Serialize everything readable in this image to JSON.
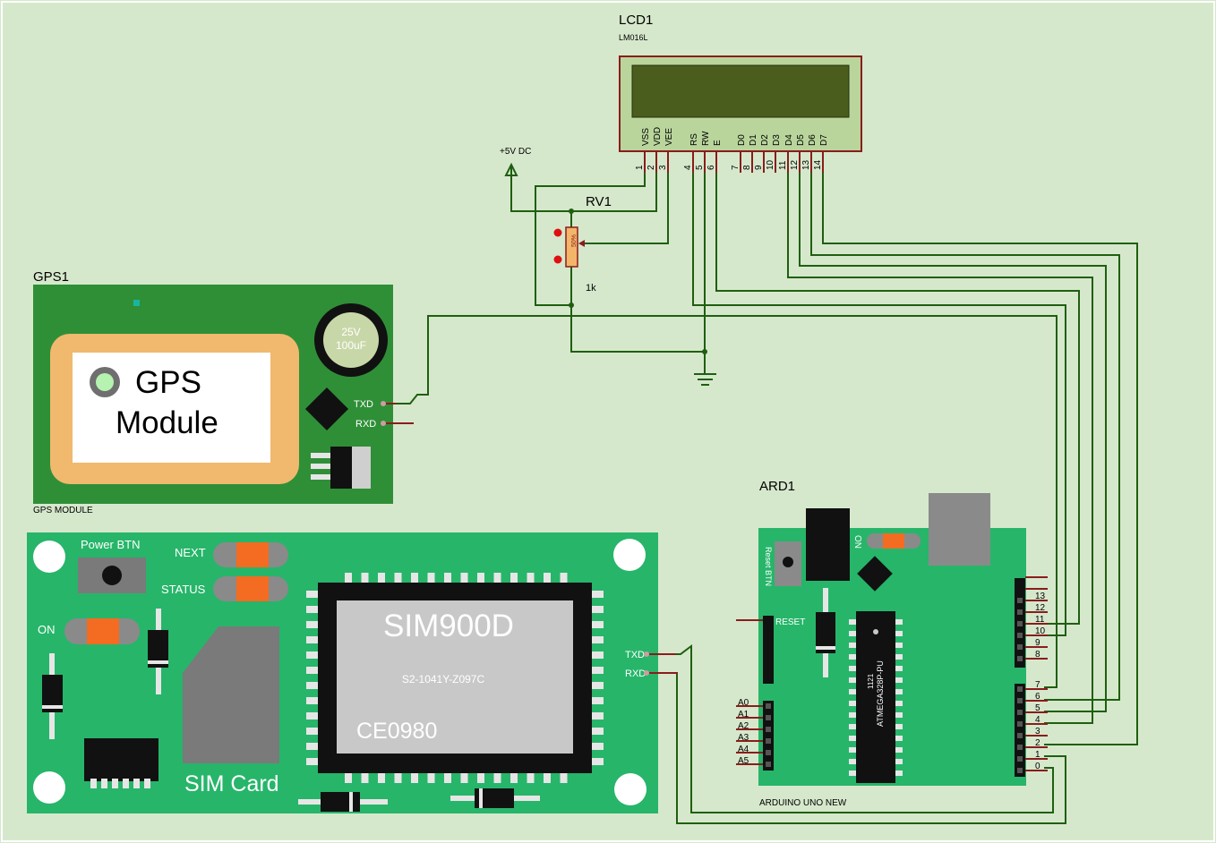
{
  "lcd": {
    "ref": "LCD1",
    "part": "LM016L",
    "pin_names": [
      "VSS",
      "VDD",
      "VEE",
      "RS",
      "RW",
      "E",
      "D0",
      "D1",
      "D2",
      "D3",
      "D4",
      "D5",
      "D6",
      "D7"
    ],
    "pin_numbers": [
      "1",
      "2",
      "3",
      "4",
      "5",
      "6",
      "7",
      "8",
      "9",
      "10",
      "11",
      "12",
      "13",
      "14"
    ]
  },
  "power": {
    "label": "+5V DC"
  },
  "pot": {
    "ref": "RV1",
    "value": "1k",
    "percent": "50%"
  },
  "gps": {
    "ref": "GPS1",
    "type": "GPS MODULE",
    "title_line1": "GPS",
    "title_line2": "Module",
    "cap_line1": "25V",
    "cap_line2": "100uF",
    "pin_txd": "TXD",
    "pin_rxd": "RXD"
  },
  "gsm": {
    "power_btn": "Power BTN",
    "next": "NEXT",
    "status": "STATUS",
    "on": "ON",
    "chip_name": "SIM900D",
    "chip_code": "S2-1041Y-Z097C",
    "chip_mark": "CE0980",
    "sim_label": "SIM Card",
    "pin_txd": "TXD",
    "pin_rxd": "RXD"
  },
  "arduino": {
    "ref": "ARD1",
    "type": "ARDUINO UNO NEW",
    "reset_btn": "Reset BTN",
    "on_led": "ON",
    "reset_pin": "RESET",
    "chip": "ATMEGA328P-PU",
    "chip_num": "1121",
    "analog_pins": [
      "A0",
      "A1",
      "A2",
      "A3",
      "A4",
      "A5"
    ],
    "digital_high": [
      "13",
      "12",
      "11",
      "10",
      "9",
      "8"
    ],
    "digital_low": [
      "7",
      "6",
      "5",
      "4",
      "3",
      "2",
      "1",
      "0"
    ]
  }
}
